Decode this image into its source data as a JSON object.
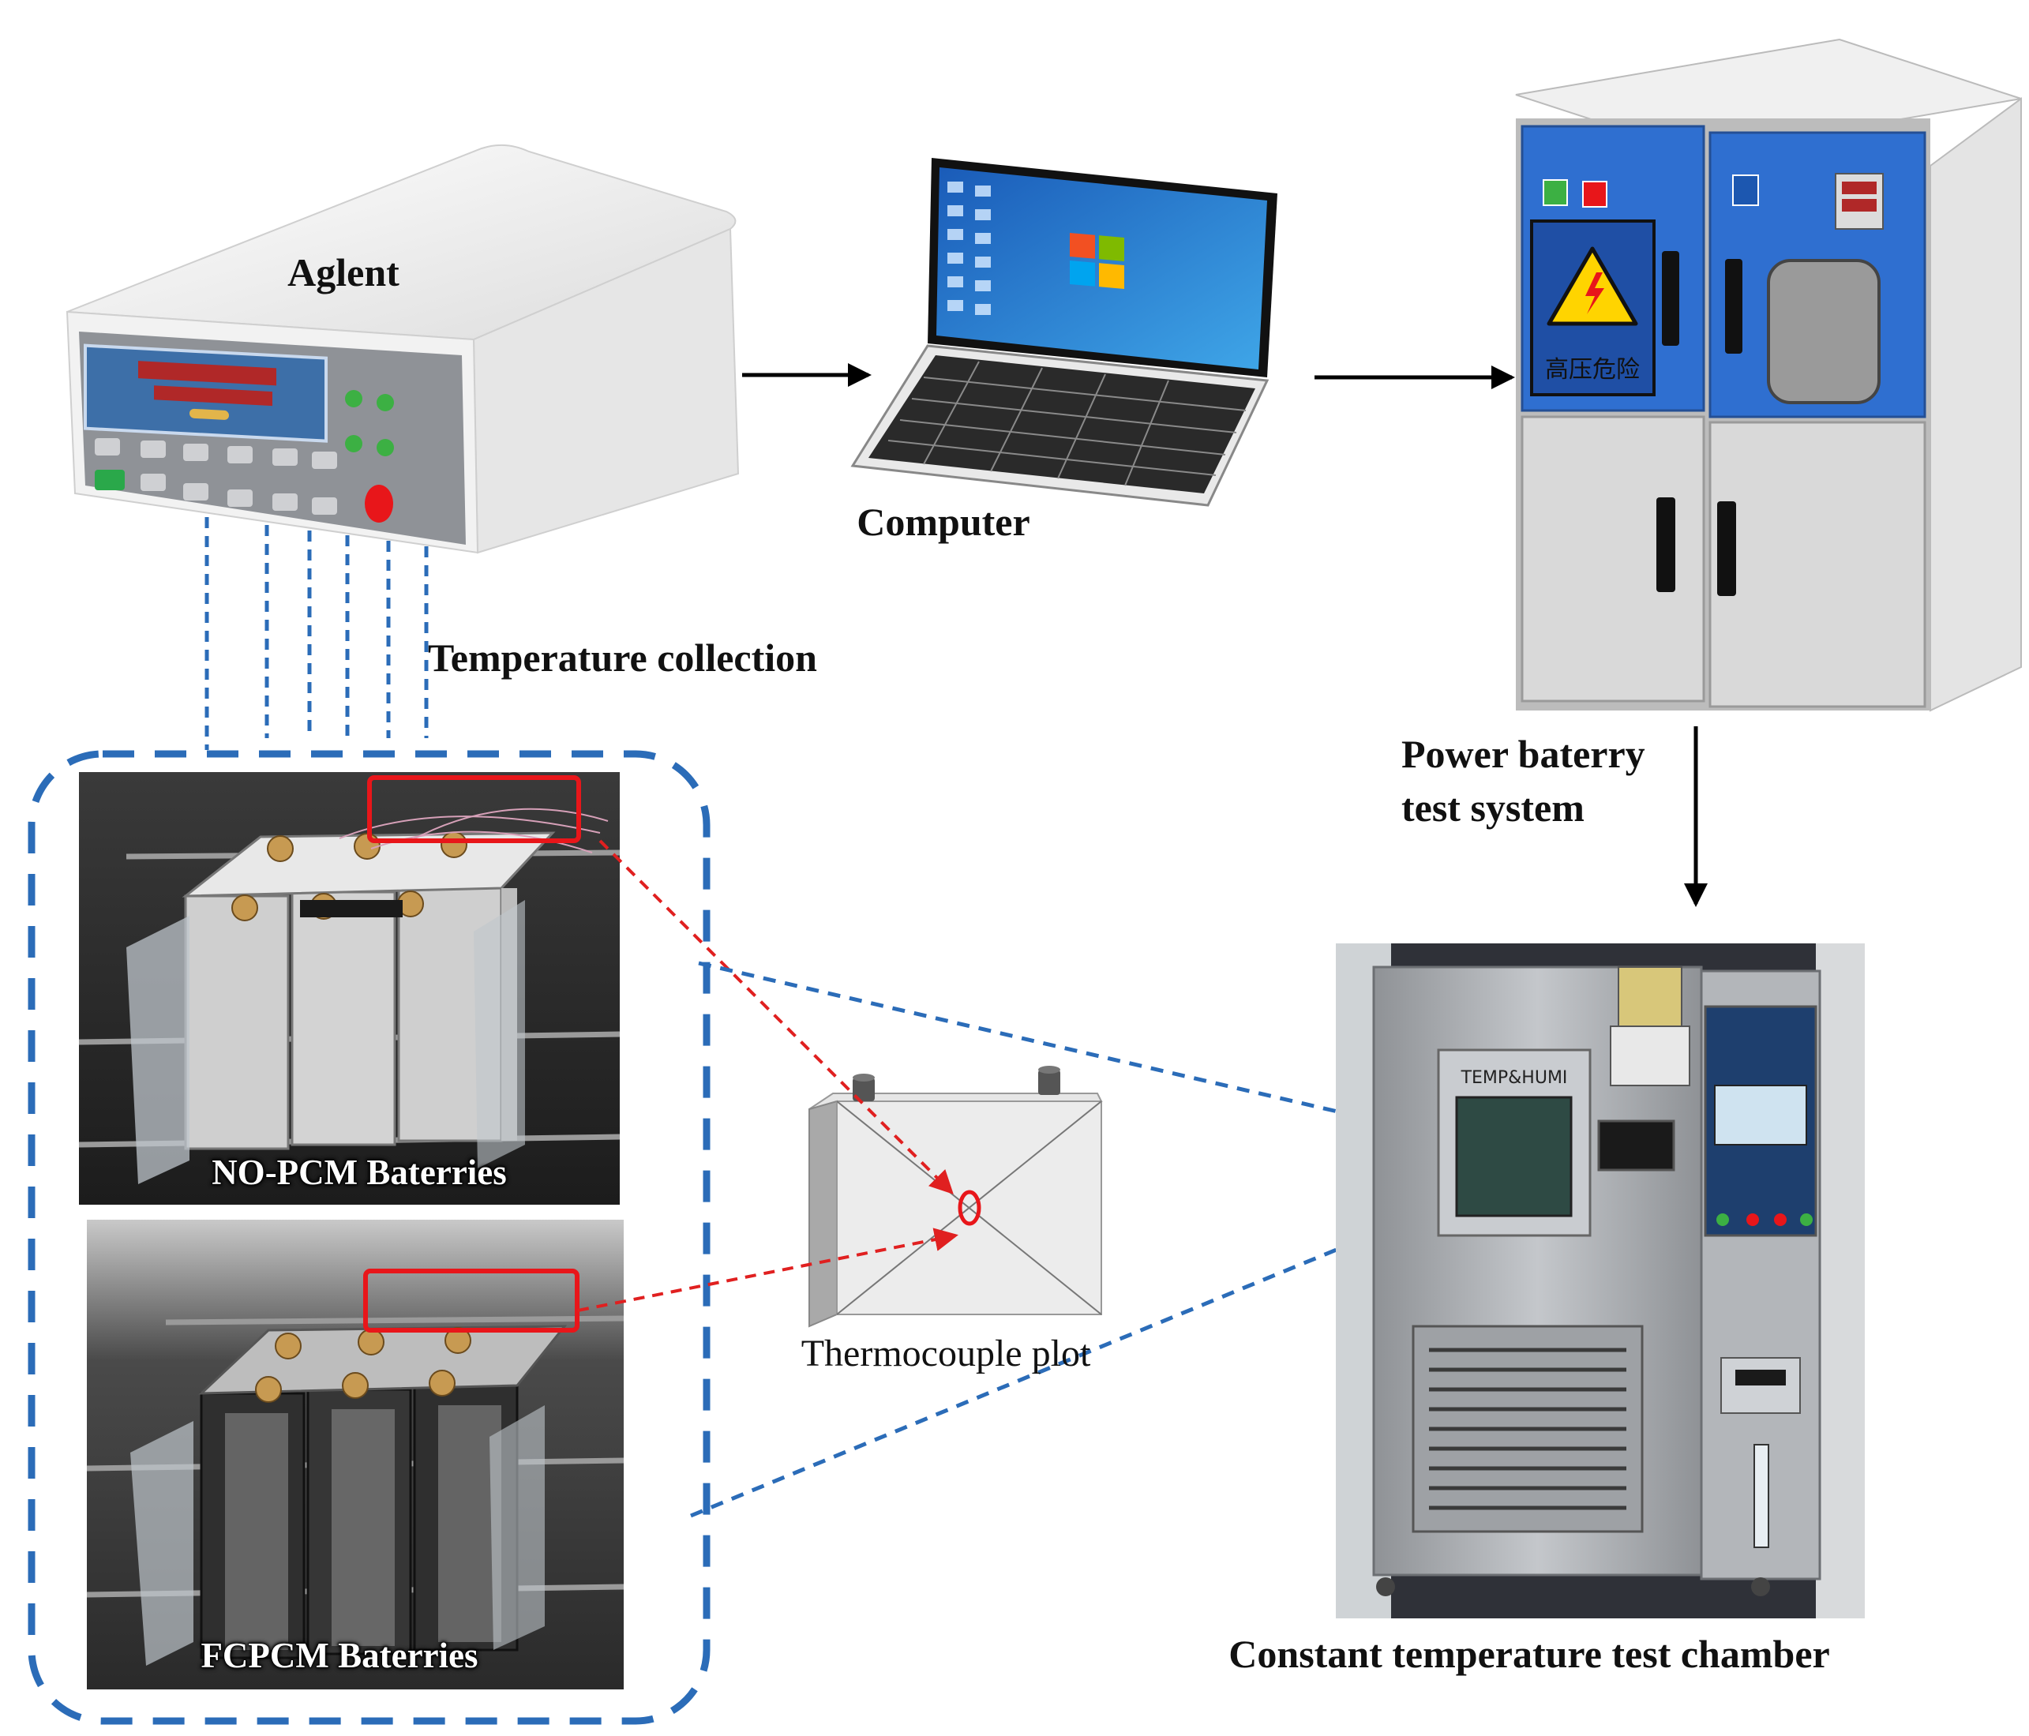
{
  "labels": {
    "aglent": "Aglent",
    "computer": "Computer",
    "temperature_collection": "Temperature collection",
    "power_system_line1": "Power baterry",
    "power_system_line2": "test system",
    "thermocouple_plot": "Thermocouple plot",
    "chamber": "Constant temperature test chamber",
    "no_pcm": "NO-PCM Baterries",
    "fcpcm": "FCPCM Baterries",
    "chamber_panel": "TEMP&HUMI",
    "warning_text": "高压危险"
  },
  "colors": {
    "dashed_blue": "#2b6cb8",
    "dashed_red": "#e02020",
    "box_red": "#e8161a",
    "cabinet_blue": "#2f6fd0",
    "cabinet_gray": "#d6d6d6",
    "device_body": "#eeeeee",
    "device_panel": "#8a8d92",
    "steel": "#a9acb0"
  },
  "icons": {
    "data_logger": "data-logger-icon",
    "laptop": "laptop-icon",
    "cabinet": "battery-test-cabinet-icon",
    "battery_cell": "battery-cell-icon",
    "chamber": "test-chamber-icon"
  }
}
